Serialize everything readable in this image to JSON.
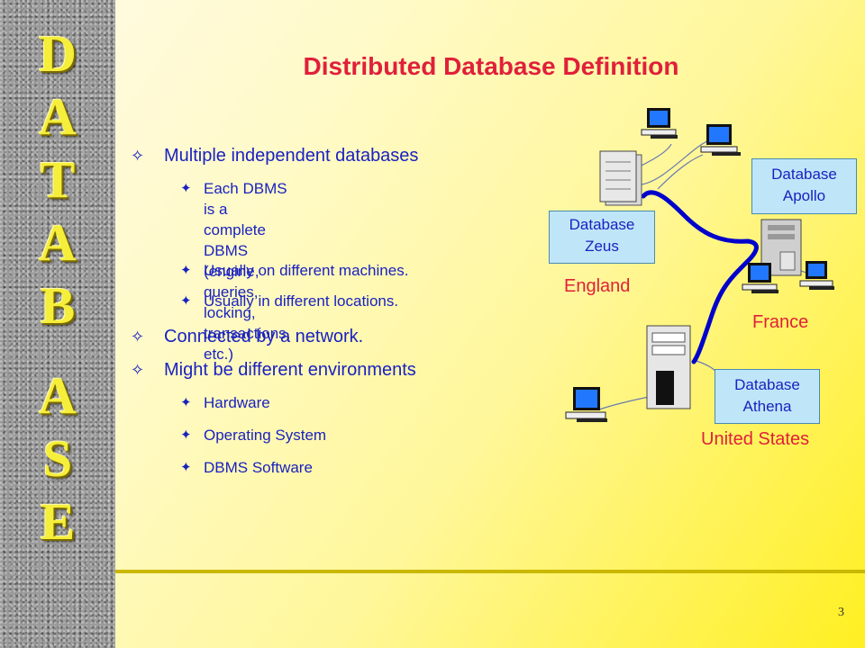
{
  "sidebar": {
    "letters": [
      "D",
      "A",
      "T",
      "A",
      "B",
      "A",
      "S",
      "E"
    ]
  },
  "title": "Distributed Database Definition",
  "bullets": [
    {
      "text": "Multiple independent databases",
      "subs": [
        "Each DBMS is a complete\nDBMS (engine, queries,\nlocking, transactions, etc.)",
        "Usually on different machines.",
        "Usually in different locations."
      ]
    },
    {
      "text": "Connected by a network.",
      "subs": []
    },
    {
      "text": "Might be different environments",
      "subs": [
        "Hardware",
        "Operating System",
        "DBMS Software"
      ]
    }
  ],
  "diagram": {
    "db_zeus": "Database\nZeus",
    "db_apollo": "Database\nApollo",
    "db_athena": "Database\nAthena",
    "loc_england": "England",
    "loc_france": "France",
    "loc_us": "United States"
  },
  "page_number": "3",
  "colors": {
    "title": "#e0203a",
    "bullet_text": "#1a22c0",
    "network_line": "#0000cc"
  }
}
